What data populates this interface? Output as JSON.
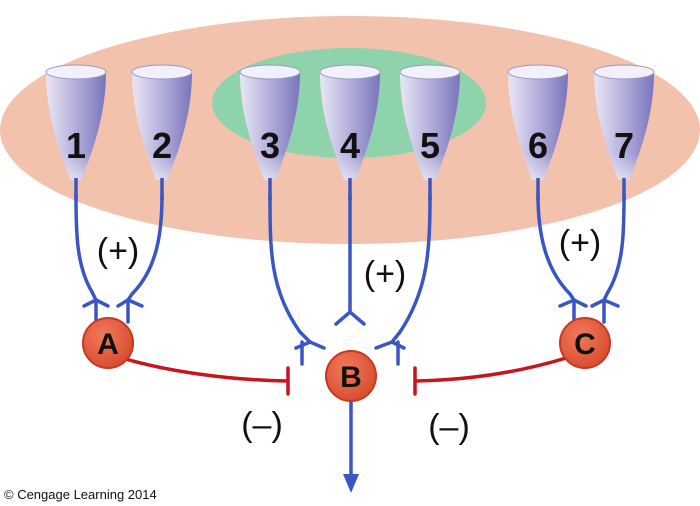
{
  "colors": {
    "field_outer": "#f3c2ad",
    "field_center": "#8fd3ad",
    "cone_light": "#eeeaf7",
    "cone_dark": "#8a84c4",
    "axon": "#3a55c4",
    "inhibitory": "#c8141c",
    "node_fill": "#e0553a",
    "node_stroke": "#c53a22",
    "arrow": "#3a55c4"
  },
  "receptors": [
    {
      "label": "1"
    },
    {
      "label": "2"
    },
    {
      "label": "3"
    },
    {
      "label": "4"
    },
    {
      "label": "5"
    },
    {
      "label": "6"
    },
    {
      "label": "7"
    }
  ],
  "nodes": [
    {
      "label": "A"
    },
    {
      "label": "B"
    },
    {
      "label": "C"
    }
  ],
  "signs": {
    "plus_left": "(+)",
    "plus_center": "(+)",
    "plus_right": "(+)",
    "minus_left": "(–)",
    "minus_right": "(–)"
  },
  "credit": "© Cengage Learning 2014"
}
